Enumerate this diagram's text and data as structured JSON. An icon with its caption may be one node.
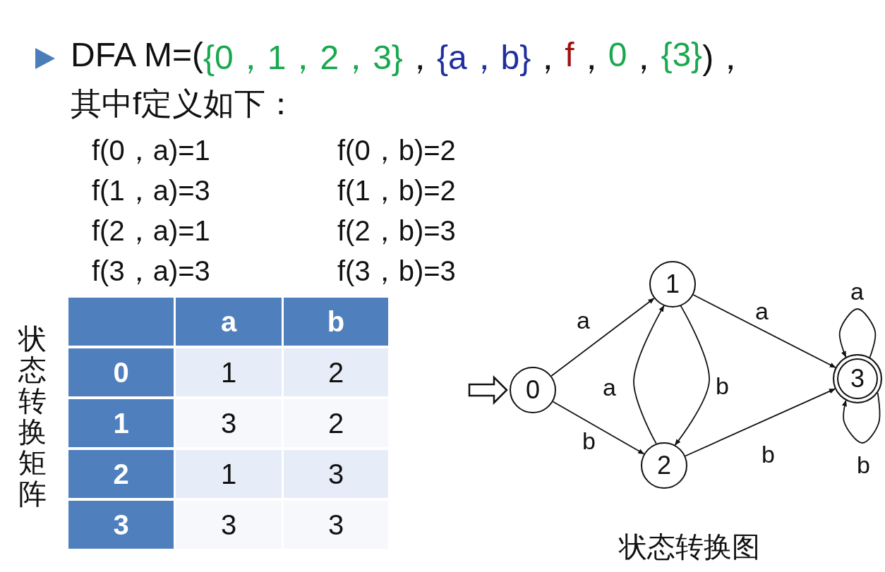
{
  "diagram": {
    "caption": "状态转换图",
    "nodes": [
      {
        "text": [
          "0"
        ]
      },
      {
        "text": [
          "1"
        ]
      },
      {
        "text": [
          "2"
        ]
      },
      {
        "text": [
          "3"
        ]
      }
    ],
    "edges": [
      {
        "from": null,
        "to": 0,
        "arrow": "to",
        "style": "thick"
      },
      {
        "from": 0,
        "to": 1,
        "arrow": "to",
        "label": "a"
      },
      {
        "from": 0,
        "to": 2,
        "arrow": "to",
        "label": "b"
      },
      {
        "from": 2,
        "to": 1,
        "arrow": "to",
        "label": "a"
      },
      {
        "from": 1,
        "to": 2,
        "arrow": "to",
        "label": "b"
      },
      {
        "from": 1,
        "to": 3,
        "arrow": "to",
        "label": "a"
      },
      {
        "from": 2,
        "to": 3,
        "arrow": "to",
        "label": "b"
      },
      {
        "from": 3,
        "to": 3,
        "arrow": "to",
        "label": "a"
      },
      {
        "from": 3,
        "to": 3,
        "arrow": "to",
        "label": "b"
      }
    ],
    "labels": [
      "DFA M=(",
      "{0，1，2，3}",
      "，",
      "{a，b}",
      "，",
      "f",
      "，",
      "0",
      "，",
      "{3}",
      ")，",
      "其中f定义如下：",
      "f(0，a)=1",
      "f(0，b)=2",
      "f(1，a)=3",
      "f(1，b)=2",
      "f(2，a)=1",
      "f(2，b)=3",
      "f(3，a)=3",
      "f(3，b)=3",
      "状态转换矩阵",
      "a",
      "b",
      "0",
      "1",
      "2",
      "1",
      "3",
      "2",
      "2",
      "1",
      "3",
      "3",
      "3",
      "3"
    ]
  }
}
